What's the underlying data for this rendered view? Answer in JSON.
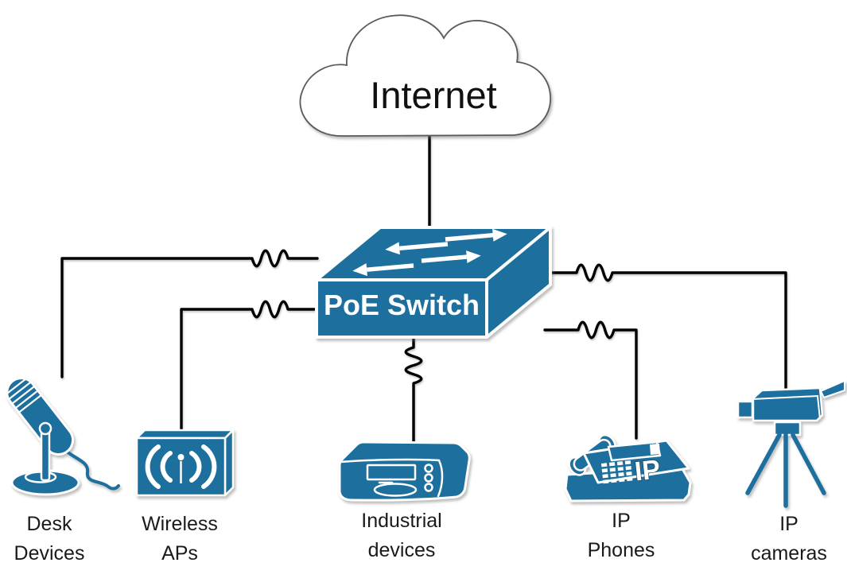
{
  "nodes": {
    "internet": {
      "label": "Internet"
    },
    "poe_switch": {
      "label": "PoE Switch"
    },
    "desk_devices": {
      "line1": "Desk",
      "line2": "Devices"
    },
    "wireless_aps": {
      "line1": "Wireless",
      "line2": "APs"
    },
    "industrial_devices": {
      "line1": "Industrial",
      "line2": "devices"
    },
    "ip_phones": {
      "line1": "IP",
      "line2": "Phones",
      "badge": "IP"
    },
    "ip_cameras": {
      "line1": "IP",
      "line2": "cameras"
    }
  },
  "edges": [
    {
      "from": "internet",
      "to": "poe_switch",
      "coil": false
    },
    {
      "from": "poe_switch",
      "to": "desk_devices",
      "coil": true
    },
    {
      "from": "poe_switch",
      "to": "wireless_aps",
      "coil": true
    },
    {
      "from": "poe_switch",
      "to": "industrial_devices",
      "coil": true
    },
    {
      "from": "poe_switch",
      "to": "ip_phones",
      "coil": true
    },
    {
      "from": "poe_switch",
      "to": "ip_cameras",
      "coil": true
    }
  ],
  "colors": {
    "device_blue": "#1d6f9d",
    "cable_black": "#000000",
    "cloud_outline": "#5a5a5a",
    "label_text": "#1a1a1a"
  }
}
